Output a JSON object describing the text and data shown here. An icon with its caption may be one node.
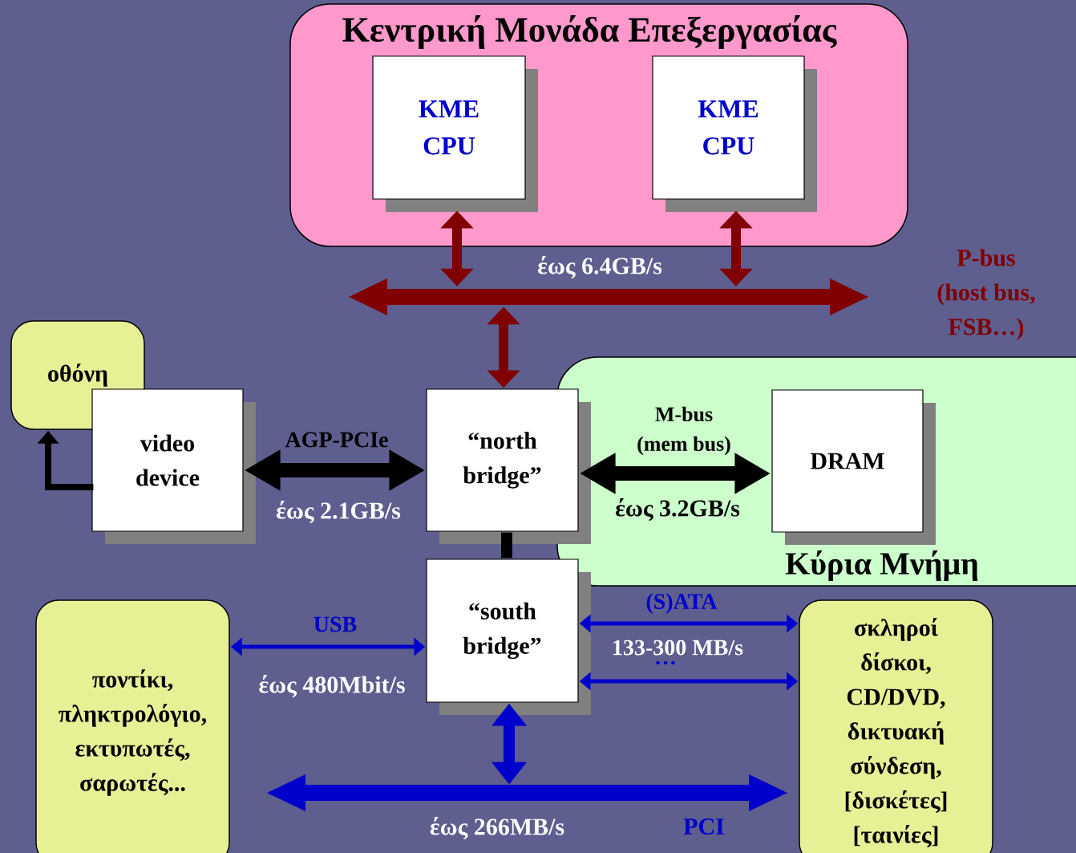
{
  "diagram": {
    "nodes": [
      {
        "text": [
          "Κεντρική Μονάδα Επεξεργασίας"
        ]
      },
      {
        "text": [
          "ΚΜΕ CPU"
        ],
        "in": 0
      },
      {
        "text": [
          "ΚΜΕ CPU"
        ],
        "in": 0
      },
      {
        "text": [],
        "shape": "bar",
        "beside": [
          "έως 6.4GB/s",
          "P-bus (host bus, FSB…)"
        ]
      },
      {
        "text": [
          "οθόνη"
        ]
      },
      {
        "text": [
          "video device"
        ]
      },
      {
        "text": [
          "Κύρια Μνήμη"
        ]
      },
      {
        "text": [
          "“north bridge”"
        ]
      },
      {
        "text": [
          "DRAM"
        ],
        "in": 6
      },
      {
        "text": [
          "“south bridge”"
        ]
      },
      {
        "text": [
          "ποντίκι, πληκτρολόγιο, εκτυπωτές, σαρωτές..."
        ]
      },
      {
        "text": [
          "σκληροί δίσκοι, CD/DVD, δικτυακή σύνδεση, [δισκέτες] [ταινίες]"
        ]
      },
      {
        "text": [],
        "shape": "bar",
        "beside": [
          "έως 266MB/s",
          "PCI"
        ]
      }
    ],
    "edges": [
      {
        "from": 1,
        "to": 3,
        "arrow": "both",
        "color": "#800000"
      },
      {
        "from": 2,
        "to": 3,
        "arrow": "both",
        "color": "#800000"
      },
      {
        "from": 3,
        "to": 7,
        "arrow": "both",
        "color": "#800000"
      },
      {
        "from": 5,
        "to": 4,
        "arrow": "to",
        "color": "#000000"
      },
      {
        "from": 5,
        "to": 7,
        "arrow": "both",
        "label": "AGP-PCIe",
        "color": "#000000"
      },
      {
        "from": 7,
        "to": 8,
        "arrow": "both",
        "label": "M-bus (mem bus)",
        "color": "#000000"
      },
      {
        "from": 7,
        "to": 9,
        "arrow": "none",
        "color": "#000000"
      },
      {
        "from": 9,
        "to": 10,
        "arrow": "both",
        "label": "USB",
        "color": "#0000cc"
      },
      {
        "from": 9,
        "to": 11,
        "arrow": "both",
        "label": "(S)ATA",
        "color": "#0000cc"
      },
      {
        "from": 9,
        "to": 11,
        "arrow": "both",
        "label": "…",
        "color": "#0000cc"
      },
      {
        "from": 9,
        "to": 12,
        "arrow": "both",
        "color": "#0000cc"
      }
    ],
    "labels": [
      "έως 2.1GB/s",
      "έως 3.2GB/s",
      "133-300 MB/s",
      "έως 480Mbit/s"
    ]
  }
}
